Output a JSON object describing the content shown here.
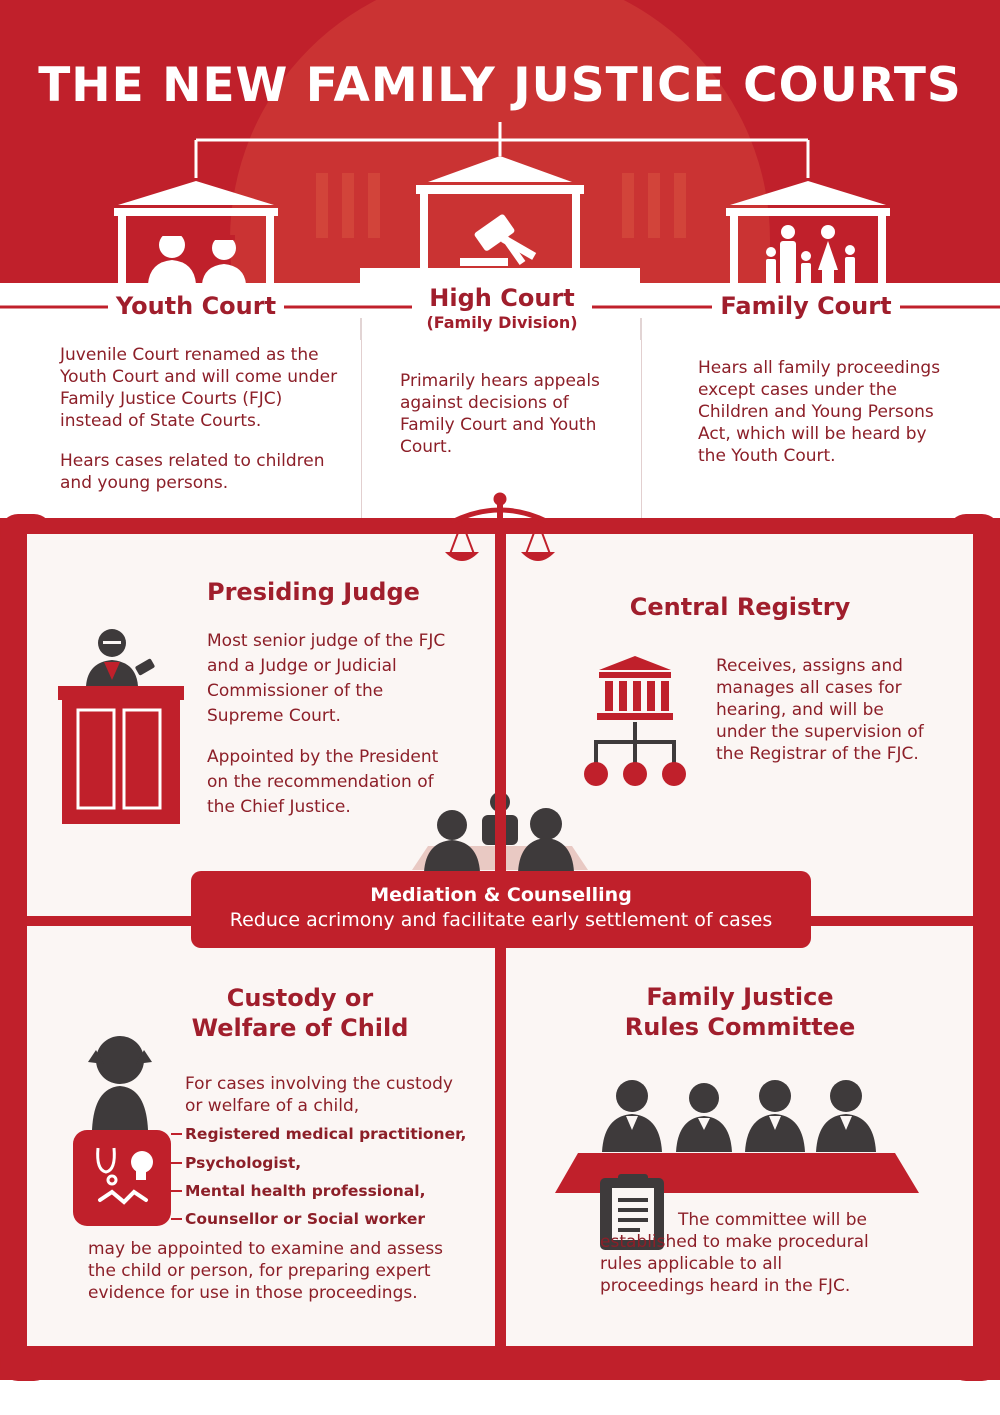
{
  "title": "THE NEW FAMILY JUSTICE COURTS",
  "courts": {
    "youth": {
      "name": "Youth Court",
      "para1": "Juvenile Court renamed as the Youth Court and will come under Family Justice Courts (FJC) instead of State Courts.",
      "para2": "Hears cases related to children and young persons."
    },
    "high": {
      "name": "High Court",
      "sub": "(Family Division)",
      "para1": "Primarily hears appeals against decisions of Family Court and Youth Court."
    },
    "family": {
      "name": "Family Court",
      "para1": "Hears all family proceedings except cases under the Children and Young Persons Act, which will be heard by the Youth Court."
    }
  },
  "presiding": {
    "title": "Presiding Judge",
    "para1": "Most senior judge of the FJC and a Judge or Judicial Commissioner of the Supreme Court.",
    "para2": "Appointed by the President on the recommendation of the Chief Justice."
  },
  "registry": {
    "title": "Central Registry",
    "para1": "Receives, assigns  and manages  all cases for hearing, and will be under the supervision of the Registrar of the FJC."
  },
  "mediation": {
    "title": "Mediation & Counselling",
    "subtitle": "Reduce acrimony and facilitate early settlement of cases"
  },
  "custody": {
    "title_line1": "Custody or",
    "title_line2": "Welfare of Child",
    "intro": "For cases involving the custody or welfare of a child,",
    "bullets": [
      "Registered medical practitioner,",
      "Psychologist,",
      "Mental health professional,",
      "Counsellor or Social worker"
    ],
    "outro": "may be appointed to examine and assess the child or person, for preparing expert evidence for use in those proceedings."
  },
  "rules": {
    "title_line1": "Family Justice",
    "title_line2": "Rules Committee",
    "para1": "The committee will be established to make procedural rules applicable to all proceedings heard in the FJC."
  },
  "colors": {
    "primary": "#c0202b",
    "dark": "#3e3a3b",
    "panel": "#fbf6f4"
  },
  "icons": [
    "courthouse-icon",
    "gavel-icon",
    "youth-icon",
    "family-icon",
    "scales-icon",
    "judge-icon",
    "registry-icon",
    "mediation-icon",
    "child-icon",
    "stethoscope-icon",
    "handshake-icon",
    "committee-icon",
    "clipboard-icon"
  ]
}
